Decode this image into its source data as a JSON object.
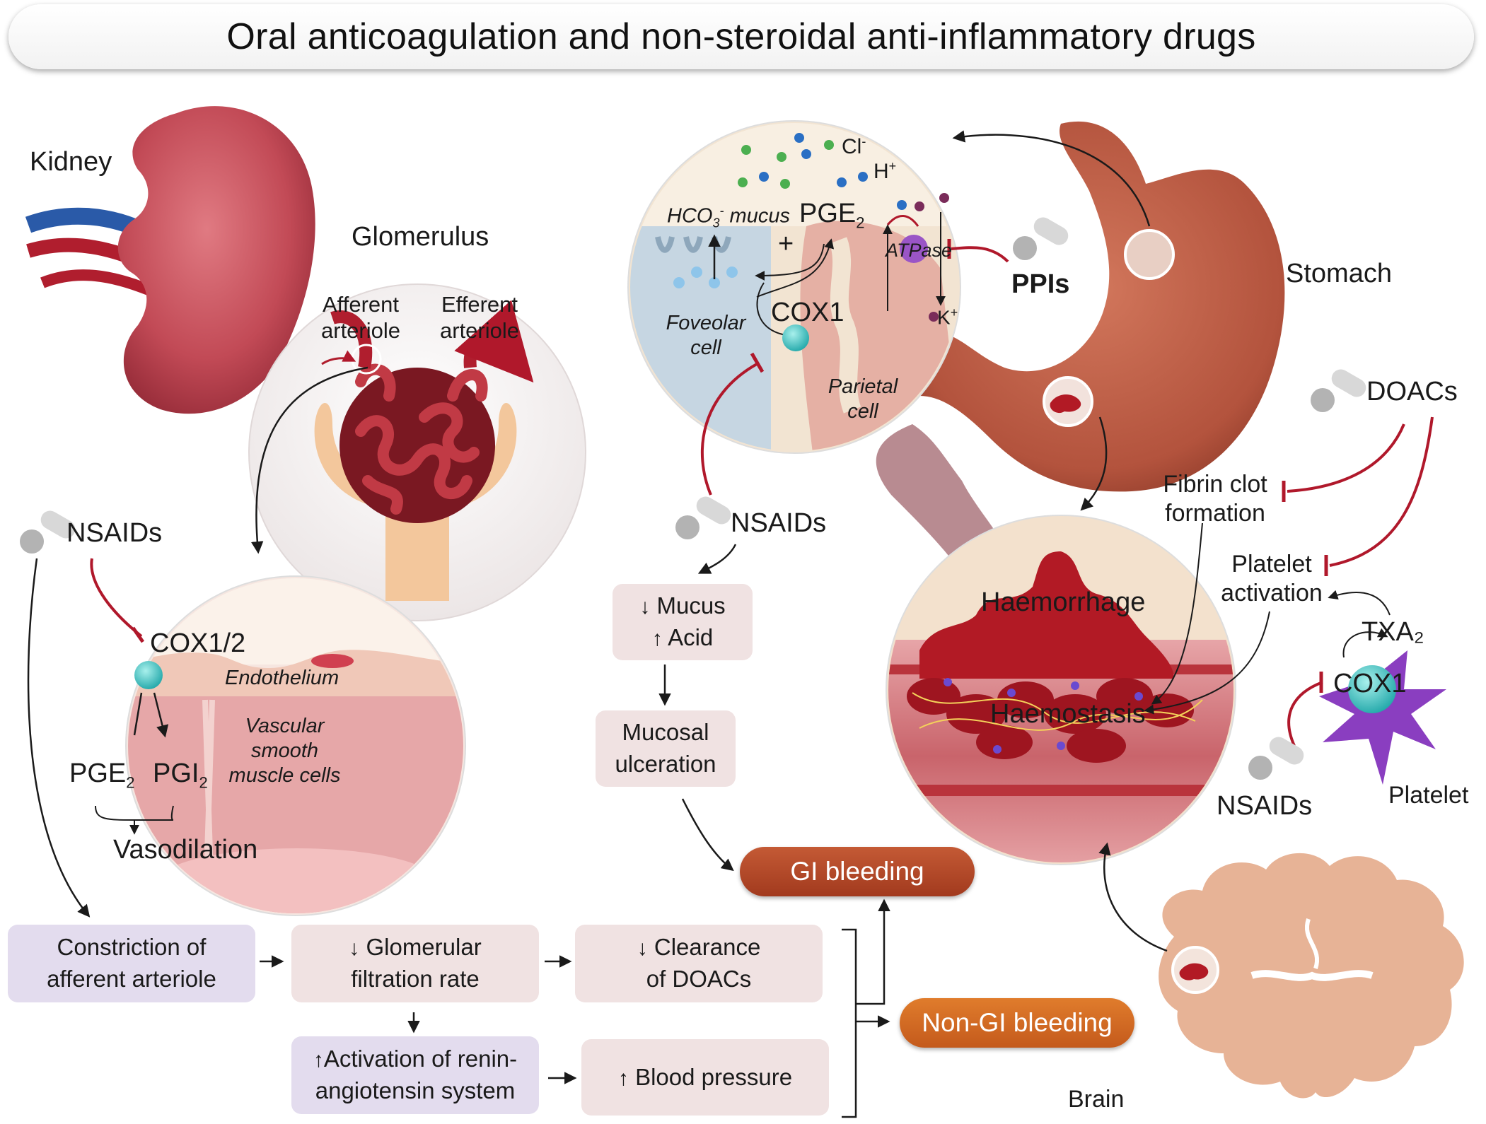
{
  "title": "Oral anticoagulation and non-steroidal anti-inflammatory drugs",
  "kidney": {
    "organ_label": "Kidney",
    "glomerulus_label": "Glomerulus",
    "afferent_label": [
      "Afferent",
      "arteriole"
    ],
    "efferent_label": [
      "Efferent",
      "arteriole"
    ],
    "drug_label": "NSAIDs",
    "cox_label": "COX1/2",
    "endothelium_label": "Endothelium",
    "vsmc_label": [
      "Vascular",
      "smooth",
      "muscle cells"
    ],
    "pge_label": "PGE",
    "pgi_label": "PGI",
    "subscript_2": "2",
    "vasodilation_label": "Vasodilation"
  },
  "stomach": {
    "organ_label": "Stomach",
    "cl_label": "Cl",
    "h_label": "H",
    "k_label": "K",
    "hco3_label": "HCO",
    "mucus_label": "mucus",
    "pge_label": "PGE",
    "plus_label": "+",
    "atpase_label": "ATPase",
    "cox_label": "COX1",
    "foveolar_label": [
      "Foveolar",
      "cell"
    ],
    "parietal_label": [
      "Parietal",
      "cell"
    ],
    "ppi_label": "PPIs",
    "drug_label": "NSAIDs"
  },
  "bleeding": {
    "haemorrhage_label": "Haemorrhage",
    "haemostasis_label": "Haemostasis",
    "doacs_label": "DOACs",
    "fibrin_label": [
      "Fibrin clot",
      "formation"
    ],
    "platelet_activation_label": [
      "Platelet",
      "activation"
    ],
    "txa2_label": "TXA₂",
    "cox_label": "COX1",
    "platelet_label": "Platelet",
    "drug_label": "NSAIDs",
    "brain_label": "Brain"
  },
  "flow": {
    "mucus_acid": [
      "Mucus",
      "Acid"
    ],
    "ulceration": [
      "Mucosal",
      "ulceration"
    ],
    "constriction": [
      "Constriction of",
      "afferent arteriole"
    ],
    "gfr": [
      "Glomerular",
      "filtration rate"
    ],
    "clearance": [
      "Clearance",
      "of DOACs"
    ],
    "renin": [
      "Activation of renin-",
      "angiotensin system"
    ],
    "blood_pressure": "Blood pressure",
    "gi_bleeding": "GI bleeding",
    "non_gi_bleeding": "Non-GI bleeding"
  },
  "colors": {
    "kidney": "#c24a56",
    "stomach": "#b3533d",
    "inhibit": "#b0182b",
    "cox": "#3cc0c0",
    "box_purple": "#e3dcee",
    "box_pink": "#f0e2e2",
    "gi_pill": "#a8401f",
    "nongi_pill": "#d0631f"
  }
}
